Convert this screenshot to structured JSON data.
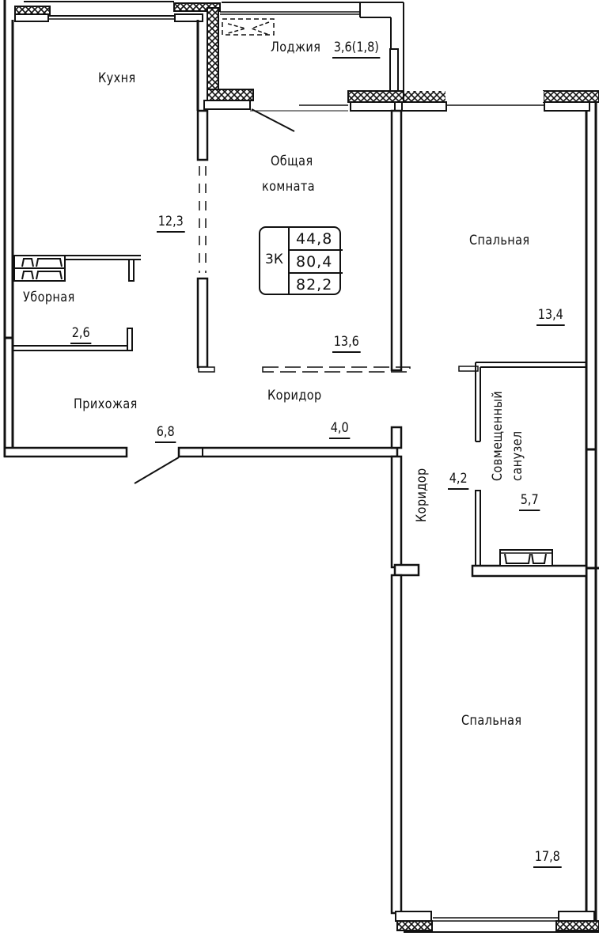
{
  "plan": {
    "apartment_type": "3К",
    "living_area": "44,8",
    "total_area": "80,4",
    "total_area_with_loggia": "82,2"
  },
  "rooms": [
    {
      "name": "Кухня",
      "area": "12,3"
    },
    {
      "name": "Лоджия",
      "area": "3,6(1,8)"
    },
    {
      "name": "Общая комната",
      "name_line1": "Общая",
      "name_line2": "комната",
      "area": "13,6"
    },
    {
      "name": "Спальная",
      "area": "13,4"
    },
    {
      "name": "Уборная",
      "area": "2,6"
    },
    {
      "name": "Прихожая",
      "area": "6,8"
    },
    {
      "name": "Коридор",
      "area": "4,0"
    },
    {
      "name": "Коридор",
      "area": "4,2"
    },
    {
      "name": "Совмещенный санузел",
      "name_line1": "Совмещенный",
      "name_line2": "санузел",
      "area": "5,7"
    },
    {
      "name": "Спальная",
      "area": "17,8"
    }
  ],
  "colors": {
    "line": "#111111",
    "background": "#ffffff"
  }
}
